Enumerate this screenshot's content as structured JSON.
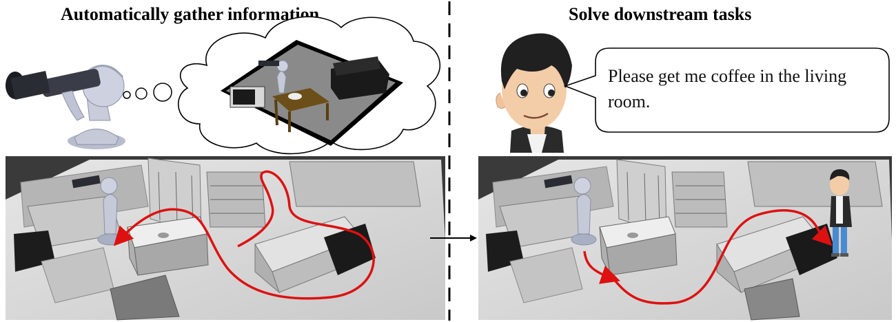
{
  "panels": {
    "left": {
      "title": "Automatically gather information"
    },
    "right": {
      "title": "Solve downstream tasks"
    }
  },
  "speech": {
    "text": "Please get me coffee in the living room."
  },
  "colors": {
    "path": "#dd1111",
    "scene_floor": "#d8d8d8",
    "scene_bg": "#3a3a3a",
    "divider": "#000000"
  },
  "icons": [
    "telescope-robot-icon",
    "thought-cloud-icon",
    "person-avatar-icon",
    "speech-bubble-icon",
    "arrow-right-icon"
  ]
}
